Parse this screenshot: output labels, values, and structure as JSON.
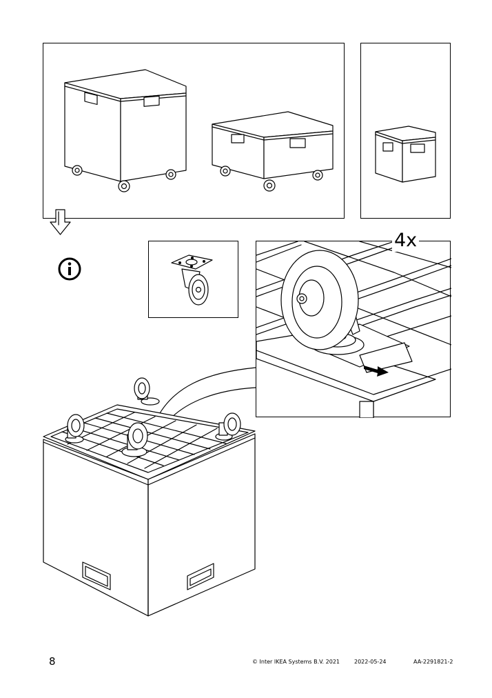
{
  "page": {
    "number": "8",
    "copyright": "© Inter IKEA Systems B.V. 2021",
    "date": "2022-05-24",
    "document_code": "AA-2291821-2"
  },
  "step": {
    "quantity_label": "4x"
  },
  "icons": {
    "flow": "arrow-down-icon",
    "info": "info-icon"
  }
}
